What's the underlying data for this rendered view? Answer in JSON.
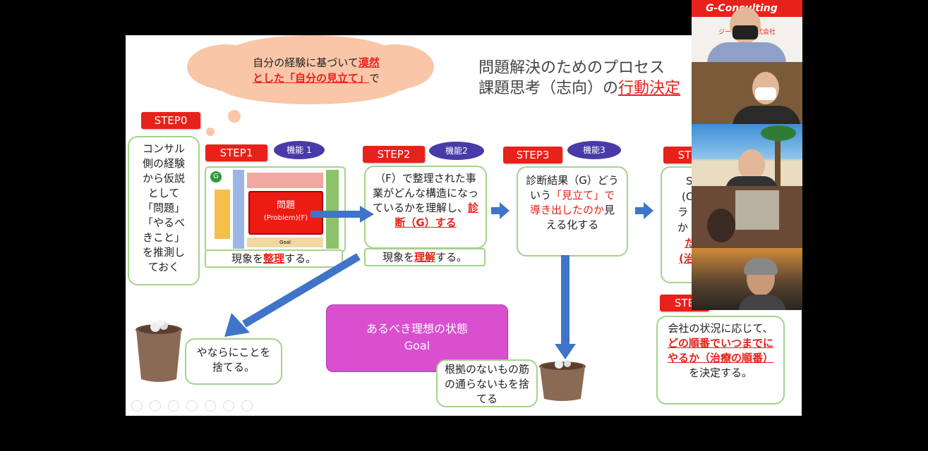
{
  "slide": {
    "thought_line1": "自分の経験に基づいて",
    "thought_emph1": "漠然",
    "thought_emph2": "とした「自分の見立て」",
    "thought_tail": "で",
    "title_line1": "問題解決のためのプロセス",
    "title_line2_prefix": "課題思考（志向）の",
    "title_line2_emph": "行動決定",
    "step0": "STEP0",
    "step0_text": "コンサル側の経験から仮説として「問題」「やるべきこと」を推測しておく",
    "step1": "STEP1",
    "func1": "機能 1",
    "step1_caption_a": "現象を",
    "step1_caption_b": "整理",
    "step1_caption_c": "する。",
    "diagram_center_line1": "問題",
    "diagram_center_line2": "(Problem)(F)",
    "diagram_g": "G",
    "diagram_goal": "Goal",
    "step2": "STEP2",
    "func2": "機能2",
    "step2_text_a": "（F）で整理された事業がどんな構造になっているかを理解し、",
    "step2_text_b": "診断（G）する",
    "step2_caption_a": "現象を",
    "step2_caption_b": "理解",
    "step2_caption_c": "する。",
    "step3": "STEP3",
    "func3": "機能3",
    "step3_text_a": "診断結果（G）どういう",
    "step3_text_b": "「見立て」で導き出したのか",
    "step3_text_c": "見える化する",
    "step4": "ST",
    "step4_text_a": "S",
    "step4_text_b": "(C",
    "step4_text_c": "ラ",
    "step4_text_d": "か",
    "step4_text_e": "た",
    "step4_text_f": "(治",
    "step5": "STE",
    "step5_text_a": "会社の状況に応じて、",
    "step5_text_b": "どの順番でいつまでにやるか（治療の順番）",
    "step5_text_c": "を決定する。",
    "discard1": "やならにことを捨てる。",
    "discard2": "根拠のないもの筋の通らないもを捨てる",
    "goal_line1": "あるべき理想の状態",
    "goal_line2": "Goal"
  },
  "video": {
    "logo_text": "G-Consulting",
    "logo_sub": "ジーコン　株式会社"
  },
  "colors": {
    "step_red": "#e8211a",
    "func_purple": "#4a3aa8",
    "box_border": "#a4d38a",
    "arrow_blue": "#3f74c9",
    "goal_magenta": "#d94fd0",
    "cloud_peach": "#f9c6a8"
  }
}
